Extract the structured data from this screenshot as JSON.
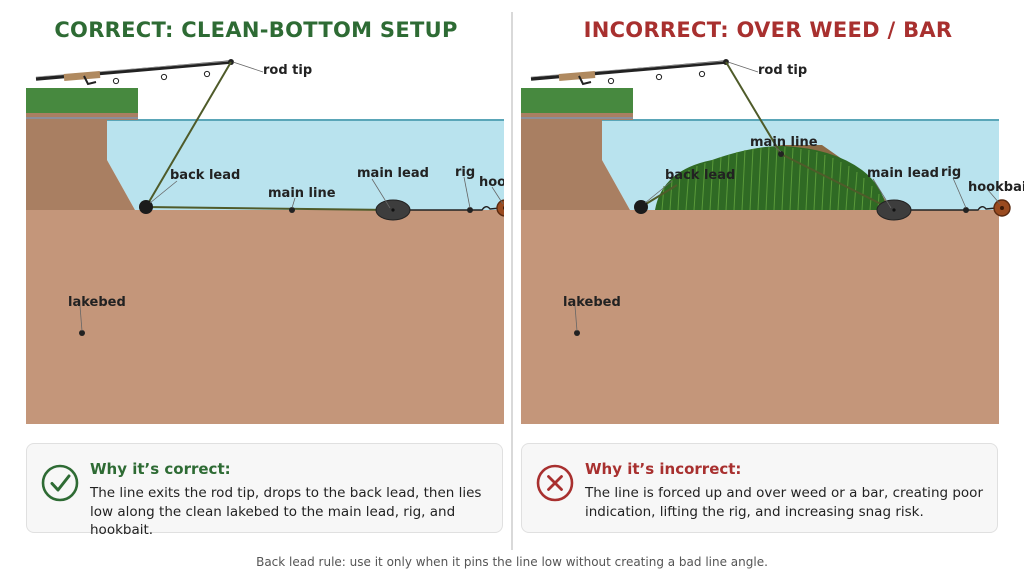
{
  "colors": {
    "correct": "#2e6b34",
    "incorrect": "#a8302f",
    "water": "#b9e3ee",
    "lakebed": "#c4967a",
    "bank": "#a97f62",
    "grass": "#47893f",
    "weed": "#2f6a24"
  },
  "panels": {
    "correct": {
      "title": "CORRECT: CLEAN-BOTTOM SETUP",
      "labels": {
        "rod_tip": "rod tip",
        "back_lead": "back lead",
        "main_line": "main line",
        "main_lead": "main lead",
        "rig": "rig",
        "hookbait": "hookbait",
        "lakebed": "lakebed"
      },
      "card_heading": "Why it’s correct:",
      "card_text": "The line exits the rod tip, drops to the back lead, then lies low along the clean lakebed to the main lead, rig, and hookbait.",
      "card_icon": "check-circle-icon"
    },
    "incorrect": {
      "title": "INCORRECT: OVER WEED / BAR",
      "labels": {
        "rod_tip": "rod tip",
        "back_lead": "back lead",
        "main_line": "main line",
        "main_lead": "main lead",
        "rig": "rig",
        "hookbait": "hookbait",
        "lakebed": "lakebed"
      },
      "card_heading": "Why it’s incorrect:",
      "card_text": "The line is forced up and over weed or a bar, creating poor indication, lifting the rig, and increasing snag risk.",
      "card_icon": "x-circle-icon"
    }
  },
  "footer": "Back lead rule: use it only when it pins the line low without creating a bad line angle."
}
